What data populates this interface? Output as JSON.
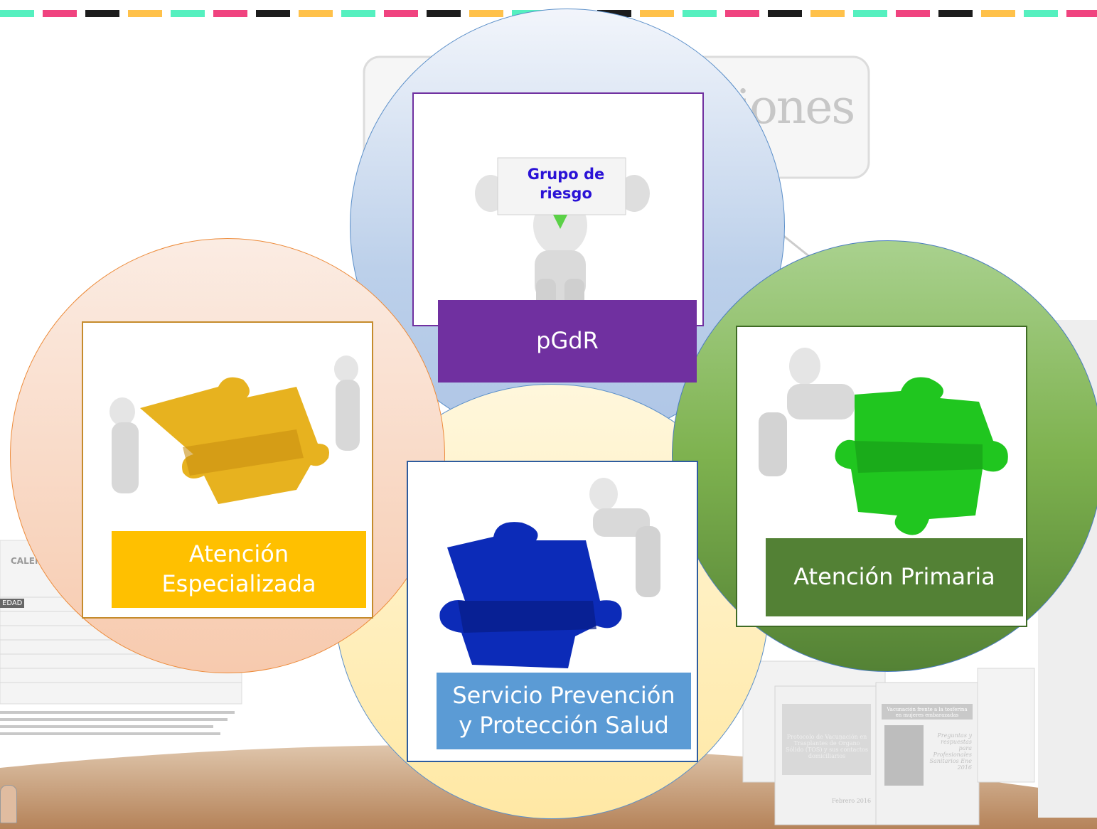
{
  "colors": {
    "dashes": [
      "#55f0bf",
      "#f0437f",
      "#1c1c1c",
      "#ffc14a"
    ],
    "pgdr": "#6f2fa0",
    "especializada": "#ffc000",
    "prevencion": "#5b9bd5",
    "primaria": "#538135",
    "sign_text": "#2a12d6"
  },
  "sign": {
    "text": "Grupo de riesgo"
  },
  "labels": {
    "pgdr": "pGdR",
    "especializada": "Atención Especializada",
    "prevencion": "Servicio Prevención y Protección Salud",
    "primaria": "Atención Primaria"
  },
  "background": {
    "logo_partial": "iones",
    "calendar_partial": "CALEN",
    "calendar_edad": "EDAD",
    "doc_title_1": "Protocolo de Vacunación en Trasplantes de Órgano Sólido (TOS) y sus contactos domiciliarios",
    "doc_title_2": "Vacunación frente a la tosferina en mujeres embarazadas",
    "doc_sub_2": "Preguntas y respuestas para Profesionales Sanitarios Ene 2016",
    "doc_date_1": "Febrero 2016"
  },
  "icons": [
    "puzzle-piece-icon",
    "figure-3d-icon"
  ]
}
